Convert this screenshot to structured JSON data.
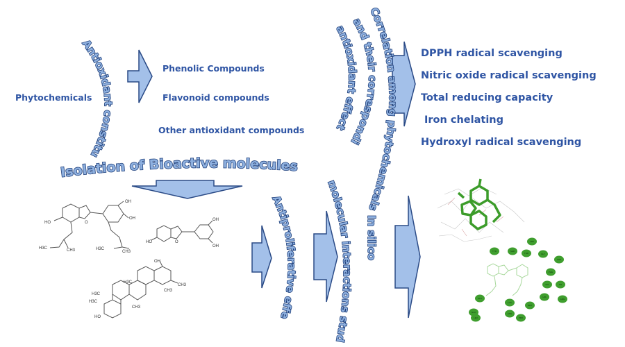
{
  "input": {
    "label": "Phytochemicals"
  },
  "stage1": {
    "curved_label": "Antioxidant constituents",
    "outputs": [
      "Phenolic Compounds",
      "Flavonoid compounds",
      "Other antioxidant  compounds"
    ]
  },
  "stage2": {
    "curved_label_lines": [
      "Correlation among phytochemicals",
      "and their corresponding",
      "antioxidant effect"
    ],
    "assays": [
      "DPPH radical scavenging",
      "Nitric oxide radical scavenging",
      "Total reducing capacity",
      "Iron chelating",
      "Hydroxyl radical scavenging"
    ]
  },
  "isolation": {
    "label": "Isolation of Bioactive molecules"
  },
  "molecules": {
    "labels": {
      "oh": "OH",
      "ho": "HO",
      "h3c": "H3C",
      "ch3": "CH3",
      "o": "O"
    }
  },
  "stage3": {
    "curved_label": "Antiproliferative effects"
  },
  "stage4": {
    "curved_label": "molecular interactions studies",
    "inner_label": "In silico"
  },
  "docking": {
    "residue_labels": [
      "TRP",
      "TYR",
      "SER",
      "THR",
      "GLY",
      "ASP",
      "PHE",
      "LEU",
      "VAL",
      "ILE",
      "ALA",
      "HIS",
      "ARG",
      "LYS",
      "MET",
      "GLU",
      "ASN",
      "PRO"
    ]
  }
}
